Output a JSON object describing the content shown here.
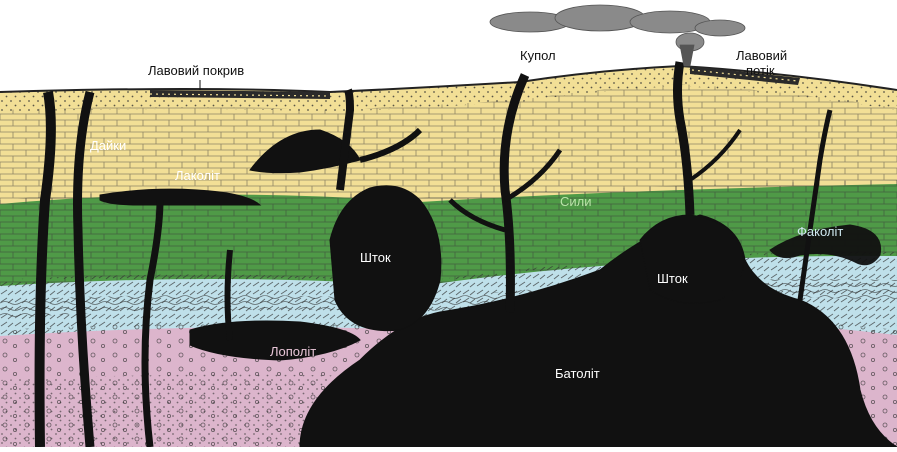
{
  "labels": {
    "lava_cover": "Лавовий покрив",
    "dome": "Купол",
    "lava_flow_line1": "Лавовий",
    "lava_flow_line2": "потік",
    "dikes": "Дайки",
    "laccolith": "Лаколіт",
    "sills": "Сили",
    "phacolith": "Факоліт",
    "stock_left": "Шток",
    "stock_right": "Шток",
    "lopolith": "Лополіт",
    "batholith": "Батоліт"
  },
  "colors": {
    "background": "#ffffff",
    "sandstone_yellow": "#f2df96",
    "limestone_green": "#4f9a47",
    "light_blue_layer": "#bfe0ea",
    "pink_layer": "#dcb5cc",
    "magma_black": "#111111",
    "lava_cover": "#2a2a2a",
    "smoke_gray": "#8a8a8a",
    "label_white": "#ffffff",
    "label_pink": "#e9c6d8",
    "label_green": "#b9e4a8",
    "label_lightblue": "#cfe8f0"
  },
  "icons": {
    "smoke": "eruption-smoke-cloud-icon"
  }
}
